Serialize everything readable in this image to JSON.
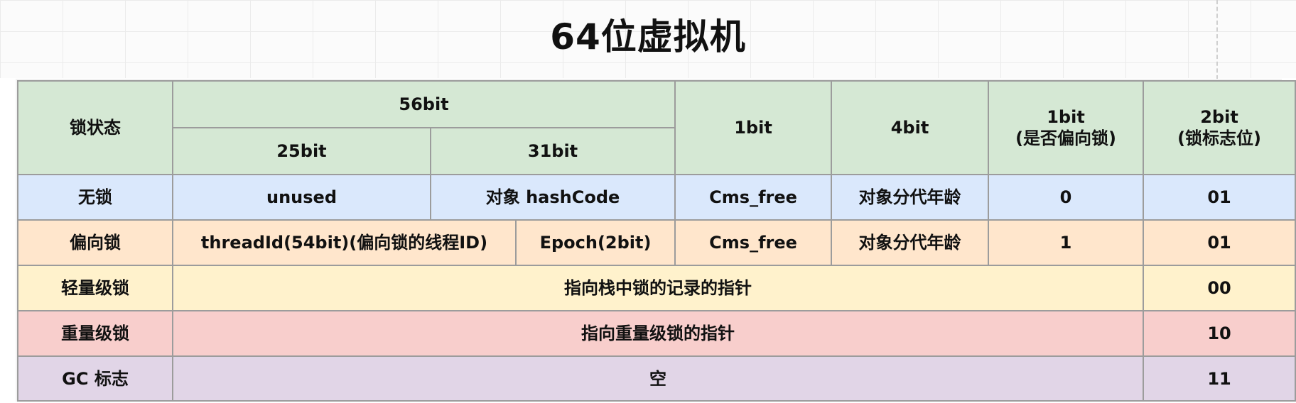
{
  "title": "64位虚拟机",
  "header": {
    "lock_state": "锁状态",
    "bits_56": "56bit",
    "bits_25": "25bit",
    "bits_31": "31bit",
    "bits_1": "1bit",
    "bits_4": "4bit",
    "biased_bit_top": "1bit",
    "biased_bit_bottom": "(是否偏向锁)",
    "flag_bits_top": "2bit",
    "flag_bits_bottom": "(锁标志位)"
  },
  "rows": {
    "no_lock": {
      "state": "无锁",
      "unused": "unused",
      "hashcode": "对象 hashCode",
      "cms": "Cms_free",
      "age": "对象分代年龄",
      "biased": "0",
      "flag": "01"
    },
    "biased_lock": {
      "state": "偏向锁",
      "thread_id": "threadId(54bit)(偏向锁的线程ID)",
      "epoch": "Epoch(2bit)",
      "cms": "Cms_free",
      "age": "对象分代年龄",
      "biased": "1",
      "flag": "01"
    },
    "lightweight": {
      "state": "轻量级锁",
      "content": "指向栈中锁的记录的指针",
      "flag": "00"
    },
    "heavyweight": {
      "state": "重量级锁",
      "content": "指向重量级锁的指针",
      "flag": "10"
    },
    "gc": {
      "state": "GC 标志",
      "content": "空",
      "flag": "11"
    }
  },
  "colors": {
    "header": "#d5e8d4",
    "no_lock": "#dae8fc",
    "biased_lock": "#ffe6cc",
    "lightweight": "#fff2cc",
    "heavyweight": "#f8cecc",
    "gc": "#e1d5e7",
    "border": "#9c9c9c"
  }
}
